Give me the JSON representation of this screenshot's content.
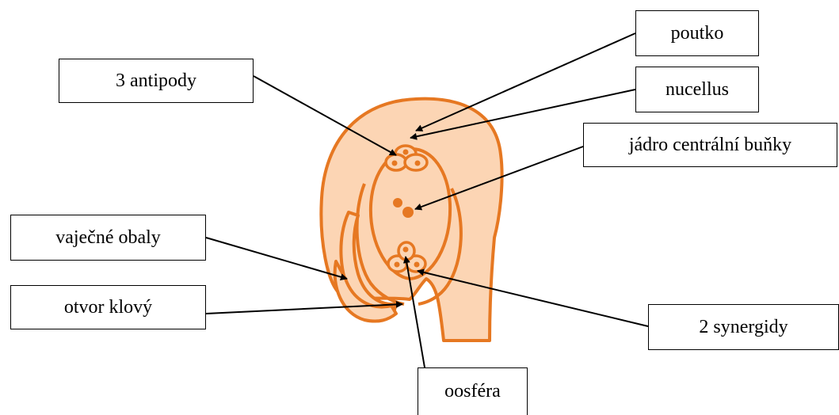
{
  "colors": {
    "tissue_fill": "#fcd5b4",
    "outline": "#e67822",
    "arrow": "#000000"
  },
  "labels": {
    "poutko": "poutko",
    "nucellus": "nucellus",
    "antipody": "3 antipody",
    "jadro": "jádro centrální buňky",
    "obaly": "vaječné obaly",
    "otvor": "otvor klový",
    "synergidy": "2 synergidy",
    "oosfera": "oosféra"
  }
}
